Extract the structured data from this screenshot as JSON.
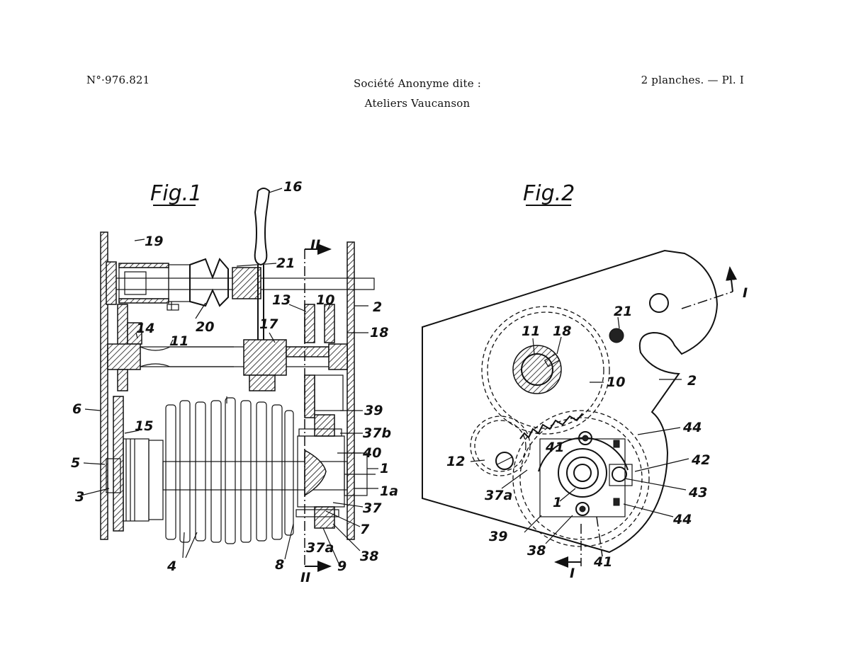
{
  "header": {
    "patent_number": "N°·976.821",
    "company_line1": "Société Anonyme dite :",
    "company_line2": "Ateliers Vaucanson",
    "sheets": "2 planches. — Pl. I"
  },
  "fig1": {
    "title": "Fig.1",
    "labels": {
      "l1": "1",
      "l1a": "1a",
      "l2": "2",
      "l3": "3",
      "l4": "4",
      "l5": "5",
      "l6": "6",
      "l7": "7",
      "l8": "8",
      "l9": "9",
      "l10": "10",
      "l11": "11",
      "l13": "13",
      "l14": "14",
      "l15": "15",
      "l16": "16",
      "l17": "17",
      "l18": "18",
      "l19": "19",
      "l20": "20",
      "l21": "21",
      "l37": "37",
      "l37a": "37a",
      "l37b": "37b",
      "l38": "38",
      "l39": "39",
      "l40": "40",
      "sec_top": "II",
      "sec_bottom": "II"
    }
  },
  "fig2": {
    "title": "Fig.2",
    "labels": {
      "l1": "1",
      "l2": "2",
      "l10": "10",
      "l11": "11",
      "l12": "12",
      "l18": "18",
      "l21": "21",
      "l37a": "37a",
      "l38": "38",
      "l39": "39",
      "l41a": "41",
      "l41b": "41",
      "l42": "42",
      "l43": "43",
      "l44a": "44",
      "l44b": "44",
      "sec_top": "I",
      "sec_bottom": "I"
    }
  }
}
